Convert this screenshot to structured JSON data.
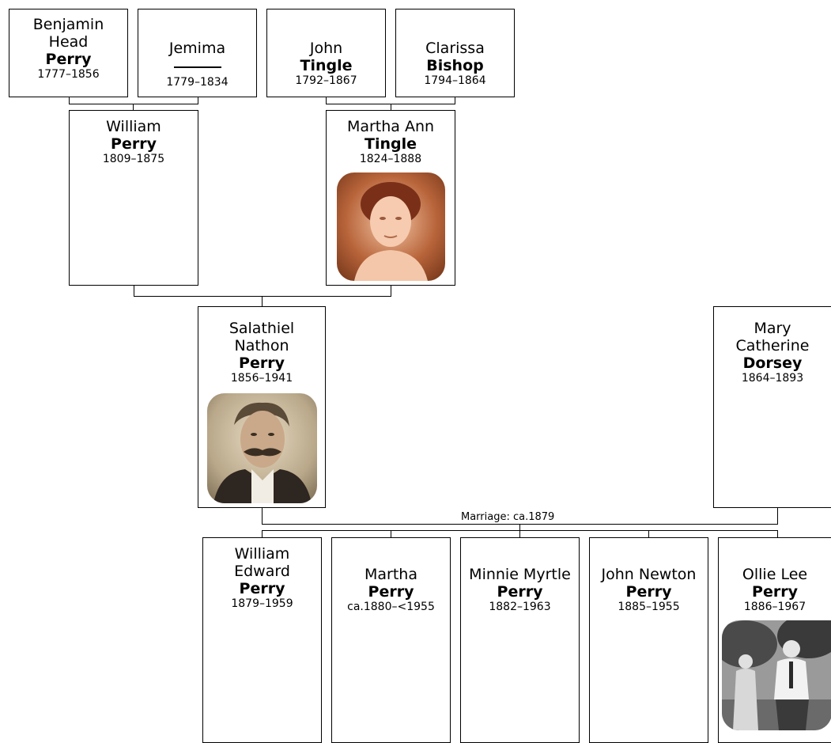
{
  "generation1": [
    {
      "given": [
        "Benjamin",
        "Head"
      ],
      "surname": "Perry",
      "years": "1777–1856"
    },
    {
      "given": [
        "Jemima"
      ],
      "surname": "",
      "years": "1779–1834"
    },
    {
      "given": [
        "John"
      ],
      "surname": "Tingle",
      "years": "1792–1867"
    },
    {
      "given": [
        "Clarissa"
      ],
      "surname": "Bishop",
      "years": "1794–1864"
    }
  ],
  "generation2": [
    {
      "given": [
        "William"
      ],
      "surname": "Perry",
      "years": "1809–1875"
    },
    {
      "given": [
        "Martha Ann"
      ],
      "surname": "Tingle",
      "years": "1824–1888",
      "photo": "portrait-woman-photo"
    }
  ],
  "generation3": [
    {
      "given": [
        "Salathiel",
        "Nathon"
      ],
      "surname": "Perry",
      "years": "1856–1941",
      "photo": "portrait-man-mustache-photo"
    },
    {
      "given": [
        "Mary",
        "Catherine"
      ],
      "surname": "Dorsey",
      "years": "1864–1893"
    }
  ],
  "marriage_label": "Marriage: ca.1879",
  "children": [
    {
      "given": [
        "William",
        "Edward"
      ],
      "surname": "Perry",
      "years": "1879–1959"
    },
    {
      "given": [
        "Martha"
      ],
      "surname": "Perry",
      "years": "ca.1880–<1955"
    },
    {
      "given": [
        "Minnie Myrtle"
      ],
      "surname": "Perry",
      "years": "1882–1963"
    },
    {
      "given": [
        "John Newton"
      ],
      "surname": "Perry",
      "years": "1885–1955"
    },
    {
      "given": [
        "Ollie Lee"
      ],
      "surname": "Perry",
      "years": "1886–1967",
      "photo": "couple-outdoor-photo"
    }
  ]
}
